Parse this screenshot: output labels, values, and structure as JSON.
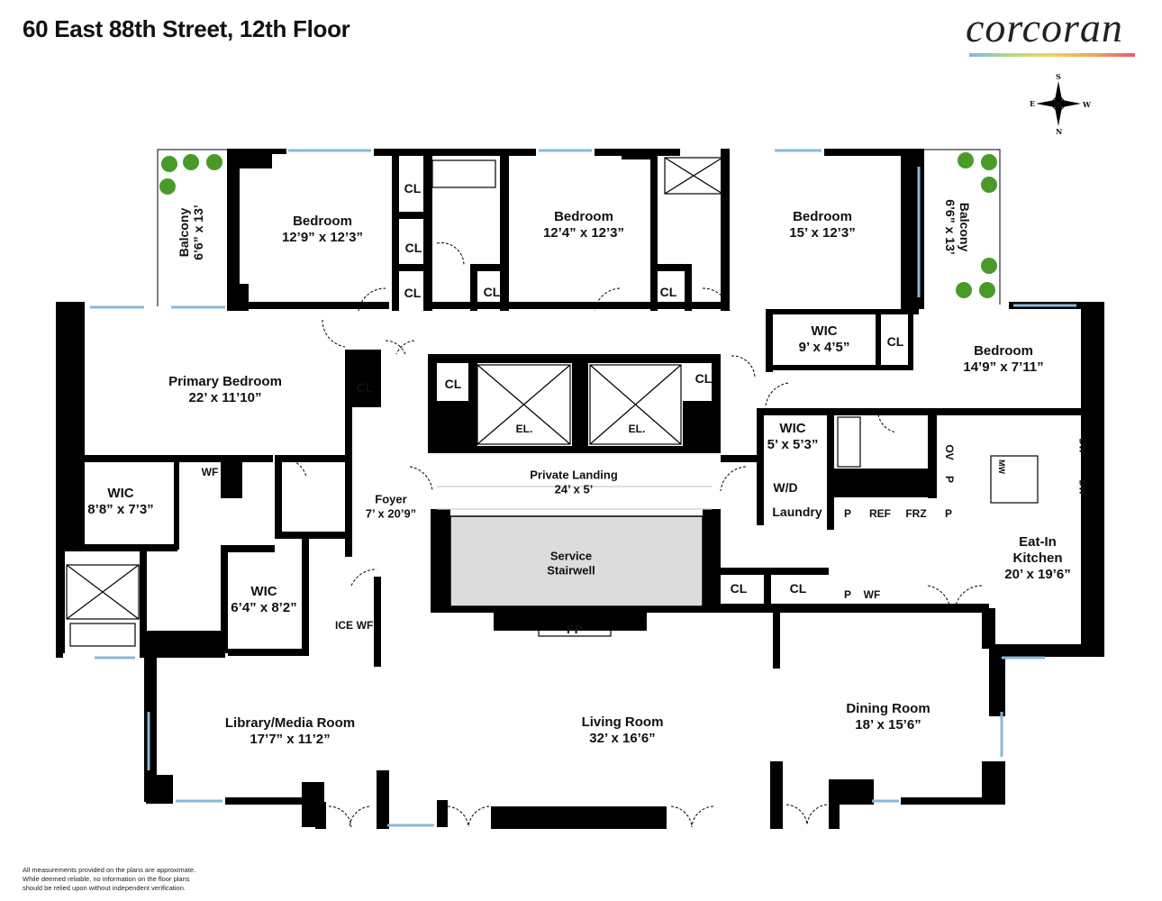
{
  "header": {
    "title": "60 East 88th Street, 12th Floor",
    "brand": "corcoran"
  },
  "compass": {
    "s": "S",
    "e": "E",
    "w": "W",
    "n": "N"
  },
  "rooms": {
    "balcony_left": {
      "name": "Balcony",
      "dims": "6’6” x 13’"
    },
    "bedroom1": {
      "name": "Bedroom",
      "dims": "12’9” x 12’3”"
    },
    "bedroom2": {
      "name": "Bedroom",
      "dims": "12’4” x 12’3”"
    },
    "bedroom3": {
      "name": "Bedroom",
      "dims": "15’ x 12’3”"
    },
    "balcony_right": {
      "name": "Balcony",
      "dims": "6’6” x 13’"
    },
    "primary_bedroom": {
      "name": "Primary Bedroom",
      "dims": "22’ x 11’10”"
    },
    "wic_primary": {
      "name": "WIC",
      "dims": "8’8” x 7’3”"
    },
    "wic_2": {
      "name": "WIC",
      "dims": "6’4” x 8’2”"
    },
    "foyer": {
      "name": "Foyer",
      "dims": "7’ x 20’9”"
    },
    "private_landing": {
      "name": "Private Landing",
      "dims": "24’ x 5’"
    },
    "service_stairwell": {
      "name": "Service",
      "name2": "Stairwell"
    },
    "wic_top": {
      "name": "WIC",
      "dims": "9’ x 4’5”"
    },
    "bedroom4": {
      "name": "Bedroom",
      "dims": "14’9” x 7’11”"
    },
    "wic_kitchen": {
      "name": "WIC",
      "dims": "5’ x 5’3”"
    },
    "kitchen": {
      "name": "Eat-In",
      "name2": "Kitchen",
      "dims": "20’  x 19’6”"
    },
    "library": {
      "name": "Library/Media Room",
      "dims": "17’7” x 11’2”"
    },
    "living": {
      "name": "Living Room",
      "dims": "32’ x 16’6”"
    },
    "dining": {
      "name": "Dining Room",
      "dims": "18’ x 15’6”"
    }
  },
  "fixtures": {
    "cl": "CL",
    "el": "EL.",
    "wf": "WF",
    "ice": "ICE",
    "fp": "FP",
    "wd": "W/D",
    "laundry": "Laundry",
    "p": "P",
    "ref": "REF",
    "frz": "FRZ",
    "dw": "DW",
    "ov": "OV",
    "mw": "MW"
  },
  "disclaimer": {
    "line1": "All measurements provided on the plans are approximate.",
    "line2": "While deemed reliable, no information on the floor plans",
    "line3": "should be relied upon without independent verification."
  },
  "colors": {
    "wall": "#000000",
    "window": "#8ab8d8",
    "stair": "#dcdcdc",
    "plant": "#4a9a2a"
  }
}
